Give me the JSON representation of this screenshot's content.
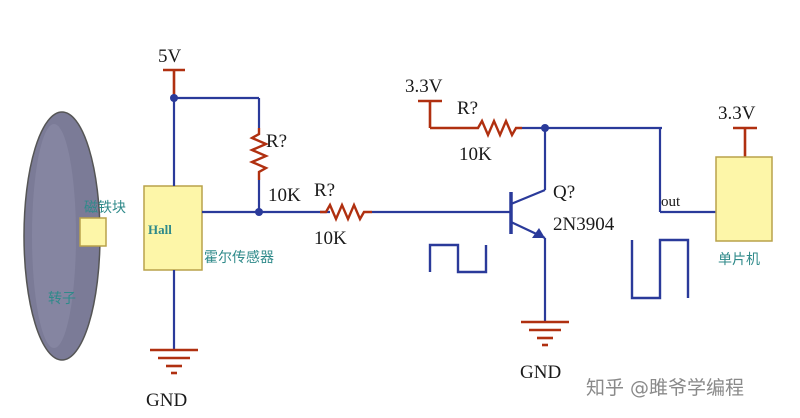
{
  "rotor": {
    "label": "转子",
    "magnet_label": "磁铁块"
  },
  "hall": {
    "chip_label": "Hall",
    "sensor_label": "霍尔传感器"
  },
  "supply_5v": {
    "label": "5V"
  },
  "supply_33v_left": {
    "label": "3.3V"
  },
  "supply_33v_right": {
    "label": "3.3V"
  },
  "resistor_pullup": {
    "name": "R?",
    "value": "10K"
  },
  "resistor_series": {
    "name": "R?",
    "value": "10K"
  },
  "resistor_base": {
    "name": "R?",
    "value": "10K"
  },
  "transistor": {
    "name": "Q?",
    "part": "2N3904"
  },
  "output": {
    "label": "out"
  },
  "mcu": {
    "label": "单片机"
  },
  "gnd_left": {
    "label": "GND"
  },
  "gnd_right": {
    "label": "GND"
  },
  "watermark": {
    "text": "知乎 @雎爷学编程"
  },
  "colors": {
    "wire": "#2a3a9a",
    "component": "#b03010",
    "chip_fill": "#fdf6a8",
    "rotor_fill": "#7d7d9a"
  }
}
